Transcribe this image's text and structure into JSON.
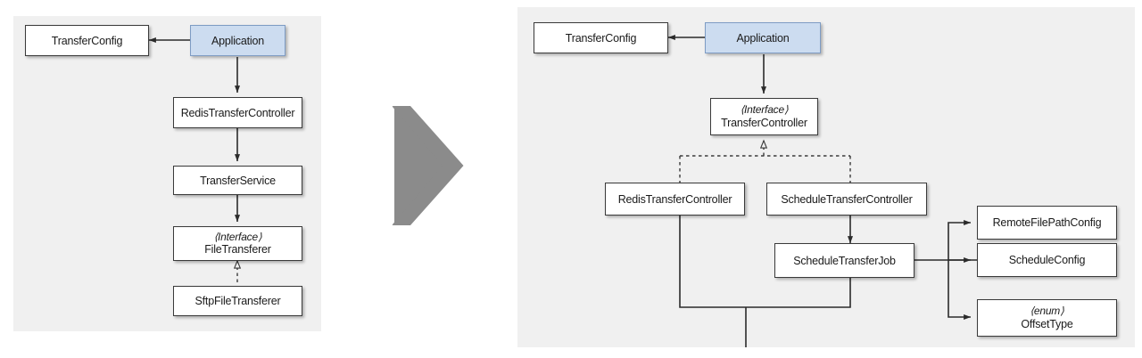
{
  "figure": {
    "type": "uml-class-diagram-comparison",
    "separator_icon": "chevron-right-icon",
    "separator_color": "#8b8b8b",
    "panel_background": "#f0f0f0",
    "node_border_color": "#3a3a3a",
    "highlight_fill": "#ccdcf0",
    "highlight_border": "#7e9cc4"
  },
  "left_panel": {
    "name": "before-architecture",
    "nodes": [
      {
        "id": "l-transferconfig",
        "stereotype": "",
        "label": "TransferConfig"
      },
      {
        "id": "l-application",
        "stereotype": "",
        "label": "Application",
        "highlight": true
      },
      {
        "id": "l-redistransfercontroller",
        "stereotype": "",
        "label": "RedisTransferController"
      },
      {
        "id": "l-transferservice",
        "stereotype": "",
        "label": "TransferService"
      },
      {
        "id": "l-filetransferer",
        "stereotype": "⟨Interface⟩",
        "label": "FileTransferer"
      },
      {
        "id": "l-sftpfiletransferer",
        "stereotype": "",
        "label": "SftpFileTransferer"
      }
    ],
    "edges": [
      {
        "from": "l-application",
        "to": "l-transferconfig",
        "style": "solid",
        "arrow": "open"
      },
      {
        "from": "l-application",
        "to": "l-redistransfercontroller",
        "style": "solid",
        "arrow": "open"
      },
      {
        "from": "l-redistransfercontroller",
        "to": "l-transferservice",
        "style": "solid",
        "arrow": "open"
      },
      {
        "from": "l-transferservice",
        "to": "l-filetransferer",
        "style": "solid",
        "arrow": "open"
      },
      {
        "from": "l-sftpfiletransferer",
        "to": "l-filetransferer",
        "style": "dashed",
        "arrow": "hollow-triangle"
      }
    ]
  },
  "right_panel": {
    "name": "after-architecture",
    "nodes": [
      {
        "id": "r-transferconfig",
        "stereotype": "",
        "label": "TransferConfig"
      },
      {
        "id": "r-application",
        "stereotype": "",
        "label": "Application",
        "highlight": true
      },
      {
        "id": "r-transfercontroller",
        "stereotype": "⟨Interface⟩",
        "label": "TransferController"
      },
      {
        "id": "r-redistransfercontroller",
        "stereotype": "",
        "label": "RedisTransferController"
      },
      {
        "id": "r-scheduletransfercontroller",
        "stereotype": "",
        "label": "ScheduleTransferController"
      },
      {
        "id": "r-scheduletransferjob",
        "stereotype": "",
        "label": "ScheduleTransferJob"
      },
      {
        "id": "r-remotefilepathconfig",
        "stereotype": "",
        "label": "RemoteFilePathConfig"
      },
      {
        "id": "r-scheduleconfig",
        "stereotype": "",
        "label": "ScheduleConfig"
      },
      {
        "id": "r-offsettype",
        "stereotype": "⟨enum⟩",
        "label": "OffsetType"
      }
    ],
    "edges": [
      {
        "from": "r-application",
        "to": "r-transferconfig",
        "style": "solid",
        "arrow": "open"
      },
      {
        "from": "r-application",
        "to": "r-transfercontroller",
        "style": "solid",
        "arrow": "open"
      },
      {
        "from": "r-redistransfercontroller",
        "to": "r-transfercontroller",
        "style": "dashed",
        "arrow": "hollow-triangle"
      },
      {
        "from": "r-scheduletransfercontroller",
        "to": "r-transfercontroller",
        "style": "dashed",
        "arrow": "hollow-triangle"
      },
      {
        "from": "r-scheduletransfercontroller",
        "to": "r-scheduletransferjob",
        "style": "solid",
        "arrow": "open"
      },
      {
        "from": "r-scheduletransferjob",
        "to": "r-remotefilepathconfig",
        "style": "solid",
        "arrow": "open"
      },
      {
        "from": "r-scheduletransferjob",
        "to": "r-scheduleconfig",
        "style": "solid",
        "arrow": "open"
      },
      {
        "from": "r-scheduletransferjob",
        "to": "r-offsettype",
        "style": "solid",
        "arrow": "open"
      },
      {
        "from": "r-redistransfercontroller",
        "to": "merge-down",
        "style": "solid",
        "arrow": "none"
      },
      {
        "from": "r-scheduletransferjob",
        "to": "merge-down",
        "style": "solid",
        "arrow": "none"
      }
    ]
  }
}
